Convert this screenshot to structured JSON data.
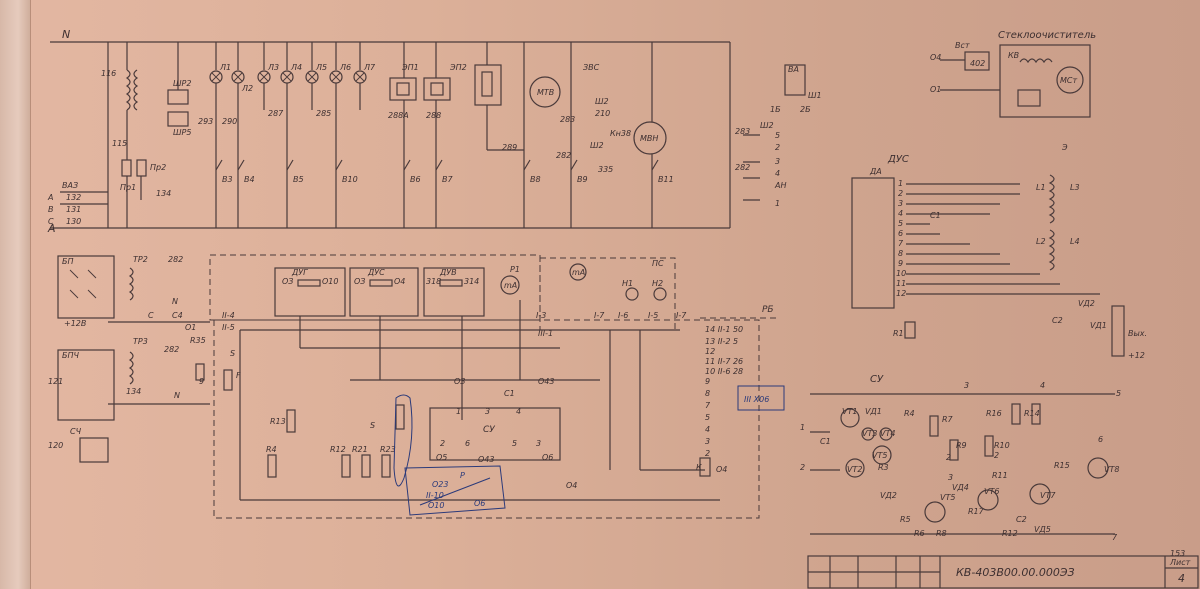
{
  "labels": {
    "top_bus": "N",
    "left_bus": "A",
    "wiper_title": "Стеклоочиститель",
    "dus": "ДУС",
    "dus_sensor": "ДА",
    "dug": "ДУГ",
    "duv": "ДУВ",
    "bp": "БП",
    "bpch": "БПЧ",
    "ps": "ПС",
    "rb": "РБ",
    "su": "СУ",
    "sch": "СЧ",
    "mtv": "МТВ",
    "mvn": "МВН",
    "mst": "МСт",
    "zvs": "ЗВС",
    "out": "Вых.",
    "plus12": "+12"
  },
  "title_block": {
    "doc_number": "КВ-403В00.00.000ЭЗ",
    "sheet_label": "Лист",
    "sheet_number": "4"
  }
}
